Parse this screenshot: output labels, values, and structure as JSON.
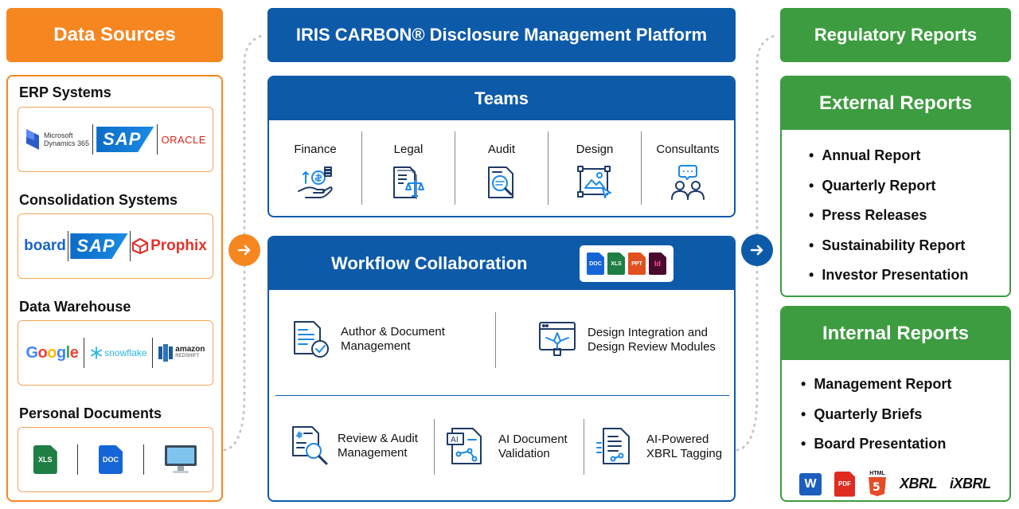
{
  "left": {
    "header": "Data Sources",
    "groups": [
      {
        "title": "ERP Systems",
        "logos": [
          "Microsoft",
          "Dynamics 365",
          "SAP",
          "ORACLE"
        ]
      },
      {
        "title": "Consolidation Systems",
        "logos": [
          "board",
          "SAP",
          "Prophix"
        ]
      },
      {
        "title": "Data Warehouse",
        "logos": [
          "Google",
          "snowflake",
          "amazon",
          "REDSHIFT"
        ]
      },
      {
        "title": "Personal Documents",
        "files": [
          "XLS",
          "DOC"
        ]
      }
    ]
  },
  "center": {
    "platform_title": "IRIS CARBON® Disclosure Management Platform",
    "teams": {
      "title": "Teams",
      "items": [
        "Finance",
        "Legal",
        "Audit",
        "Design",
        "Consultants"
      ]
    },
    "workflow": {
      "title": "Workflow Collaboration",
      "filetypes": [
        "DOC",
        "XLS",
        "PPT",
        "Id"
      ],
      "items": [
        {
          "line1": "Author & Document",
          "line2": "Management"
        },
        {
          "line1": "Design Integration and",
          "line2": "Design Review Modules"
        },
        {
          "line1": "Review & Audit",
          "line2": "Management"
        },
        {
          "line1": "AI Document",
          "line2": "Validation"
        },
        {
          "line1": "AI-Powered",
          "line2": "XBRL Tagging"
        }
      ]
    }
  },
  "right": {
    "header": "Regulatory Reports",
    "external": {
      "title": "External Reports",
      "items": [
        "Annual Report",
        "Quarterly Report",
        "Press Releases",
        "Sustainability Report",
        "Investor Presentation"
      ]
    },
    "internal": {
      "title": "Internal Reports",
      "items": [
        "Management Report",
        "Quarterly Briefs",
        "Board Presentation"
      ],
      "formats": [
        "W",
        "PDF",
        "HTML",
        "XBRL",
        "iXBRL"
      ]
    }
  },
  "colors": {
    "orange": "#F6861F",
    "blue": "#0D5AA9",
    "green": "#3C9C3F"
  }
}
